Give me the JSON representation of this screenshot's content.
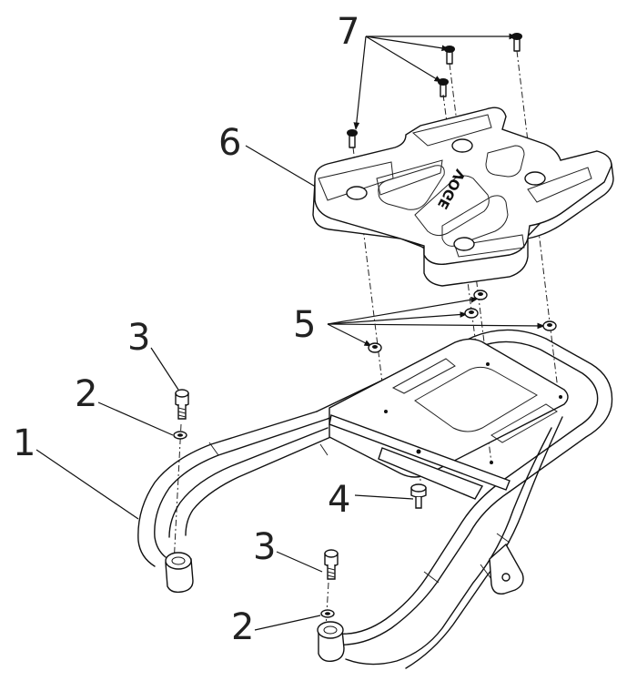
{
  "diagram": {
    "callouts": {
      "c1": "1",
      "c2a": "2",
      "c2b": "2",
      "c3a": "3",
      "c3b": "3",
      "c4": "4",
      "c5": "5",
      "c6": "6",
      "c7": "7"
    },
    "brand_logo": "VOGE"
  },
  "colors": {
    "ink": "#111111",
    "background": "#ffffff"
  }
}
